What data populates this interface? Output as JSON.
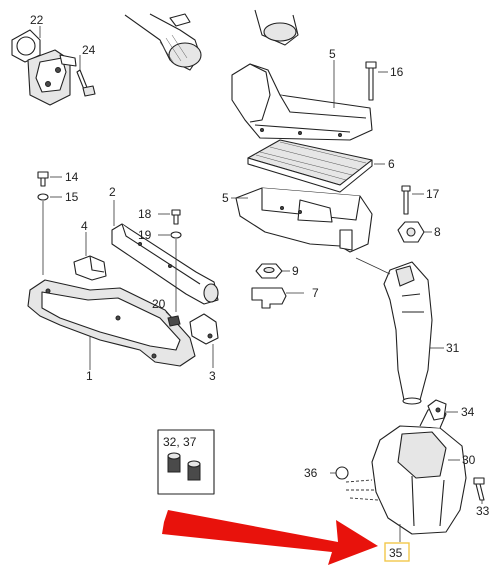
{
  "callouts": {
    "c1": "1",
    "c2": "2",
    "c3": "3",
    "c4": "4",
    "c5a": "5",
    "c5b": "5",
    "c6": "6",
    "c7": "7",
    "c8": "8",
    "c9": "9",
    "c14": "14",
    "c15": "15",
    "c16": "16",
    "c17": "17",
    "c18": "18",
    "c19": "19",
    "c20": "20",
    "c22": "22",
    "c24": "24",
    "c30": "30",
    "c31": "31",
    "c33": "33",
    "c34": "34",
    "c36": "36",
    "c3237": "32, 37",
    "c35": "35"
  },
  "colors": {
    "arrow": "#e8120c",
    "highlight_box": "#f2c84b",
    "line": "#222222"
  }
}
